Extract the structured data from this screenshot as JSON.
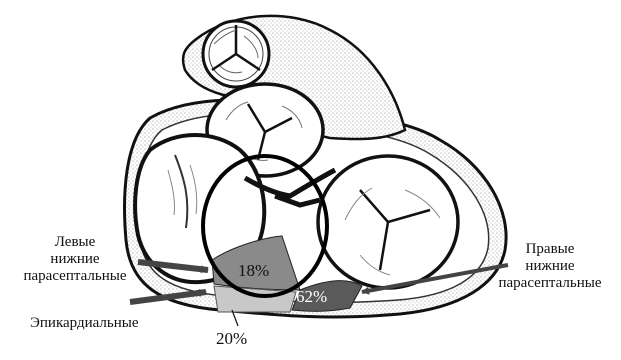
{
  "labels": {
    "left_inferior_paraseptal": [
      "Левые",
      "нижние",
      "парасептальные"
    ],
    "right_inferior_paraseptal": [
      "Правые",
      "нижние",
      "парасептальные"
    ],
    "epicardial": "Эпикардиальные"
  },
  "percentages": {
    "left_inferior_paraseptal": "18%",
    "right_inferior_paraseptal": "62%",
    "epicardial": "20%"
  }
}
